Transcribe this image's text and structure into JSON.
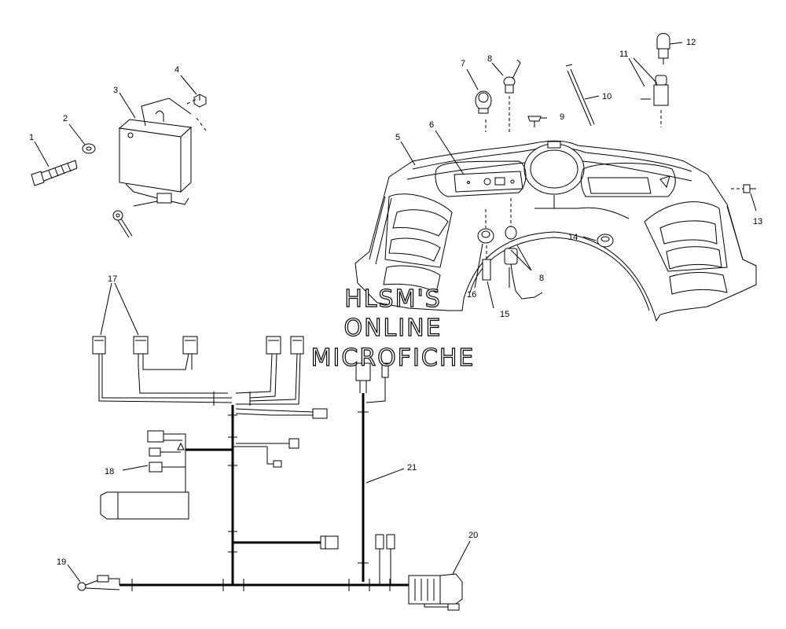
{
  "watermark": {
    "line1": "HLSM'S",
    "line2": "ONLINE",
    "line3": "MICROFICHE"
  },
  "callouts": {
    "c1": "1",
    "c2": "2",
    "c3": "3",
    "c4": "4",
    "c5": "5",
    "c6": "6",
    "c7": "7",
    "c8a": "8",
    "c8b": "8",
    "c9": "9",
    "c10": "10",
    "c11": "11",
    "c12": "12",
    "c13": "13",
    "c14": "14",
    "c15": "15",
    "c16": "16",
    "c17": "17",
    "c18": "18",
    "c19": "19",
    "c20": "20",
    "c21": "21"
  },
  "colors": {
    "line": "#000000",
    "background": "#ffffff"
  }
}
